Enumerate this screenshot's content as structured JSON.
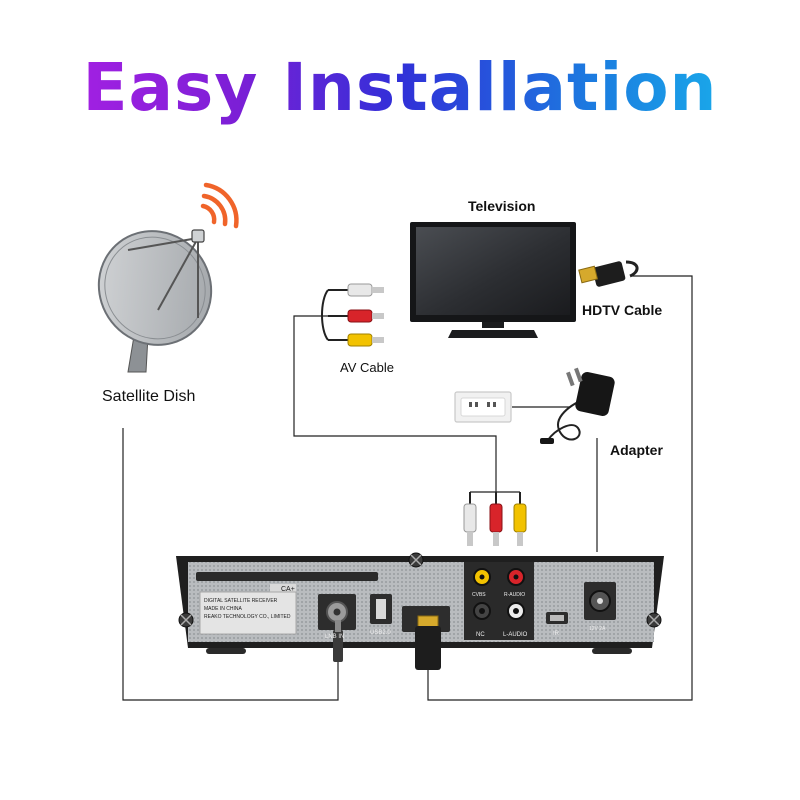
{
  "title": "Easy Installation",
  "labels": {
    "television": "Television",
    "hdtv_cable": "HDTV Cable",
    "av_cable": "AV Cable",
    "satellite_dish": "Satellite Dish",
    "adapter": "Adapter"
  },
  "receiver": {
    "card_slot": "CA+",
    "lnb_in": "LNB IN",
    "usb": "USB2.0",
    "cvbs": "CVBS",
    "r_audio": "R-AUDIO",
    "nc": "NC",
    "l_audio": "L-AUDIO",
    "ir": "IR",
    "power": "12V 2A",
    "sticker_line1": "DIGITAL SATELLITE RECEIVER",
    "sticker_line2": "MADE IN CHINA",
    "sticker_line3": "REAKO TECHNOLOGY CO., LIMITED"
  },
  "colors": {
    "title_gradient": [
      "#b521e8",
      "#3030d8",
      "#19c3f0"
    ],
    "signal_waves": "#f0642a",
    "av_white": "#e8e8e8",
    "av_red": "#d8242a",
    "av_yellow": "#f2c200",
    "cable": "#222222"
  },
  "icons": [
    "satellite-dish-icon",
    "signal-waves-icon",
    "television-icon",
    "hdmi-plug-icon",
    "rca-plug-icon",
    "wall-outlet-icon",
    "power-adapter-icon",
    "receiver-icon"
  ]
}
